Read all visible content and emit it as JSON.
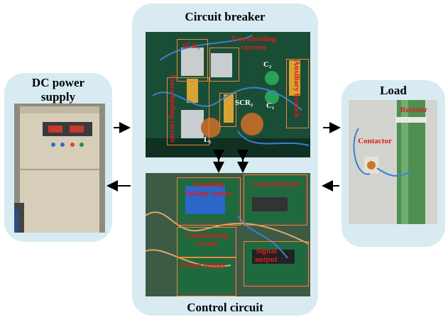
{
  "panels": {
    "dc_power": {
      "title_line1": "DC power",
      "title_line2": "supply"
    },
    "breaker": {
      "title": "Circuit breaker"
    },
    "control": {
      "title": "Control circuit"
    },
    "load": {
      "title": "Load"
    }
  },
  "breaker_labels": {
    "scr1": "SCR₁",
    "freewheeling_current": "Freewheeling current",
    "freewheeling_circuit": "Freewheeling circuit",
    "auxiliary_branch": "Auxiliary branch",
    "c2": "C₂",
    "c1": "C₁",
    "scr2": "SCR₂",
    "l1": "L₁"
  },
  "control_labels": {
    "sampling": "Sampling",
    "voltage_sensor": "Voltage sensor",
    "control_board": "Control board",
    "conditioning_circuit": "Conditioning circuit",
    "signal_output": "Signal output",
    "power_supply": "Power supply"
  },
  "load_labels": {
    "resistor": "Resistor",
    "contactor": "Contactor"
  },
  "colors": {
    "panel_bg": "#d9ebf2",
    "label_red": "#e01b1b",
    "box_orange": "#e8883a",
    "board_green": "#1e6a3e"
  }
}
